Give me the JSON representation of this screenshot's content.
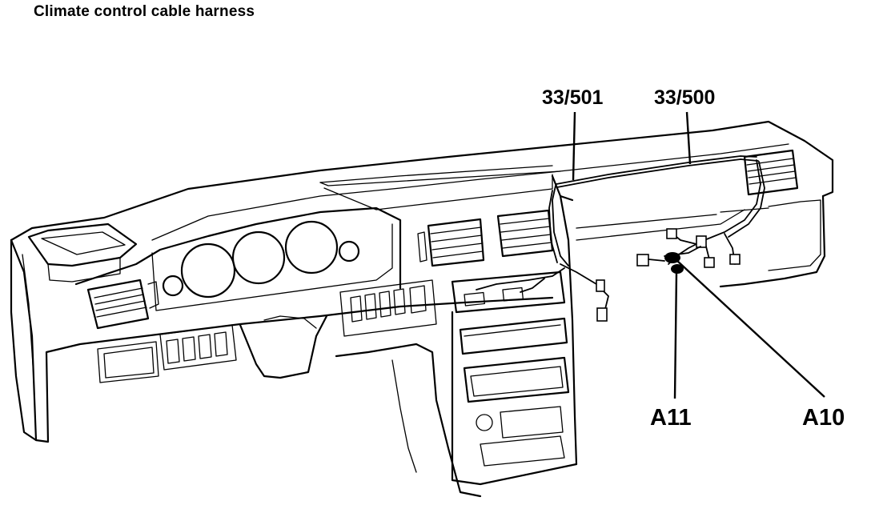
{
  "title": "Climate control cable harness",
  "callouts": {
    "c501": "33/501",
    "c500": "33/500",
    "a11": "A11",
    "a10": "A10"
  }
}
